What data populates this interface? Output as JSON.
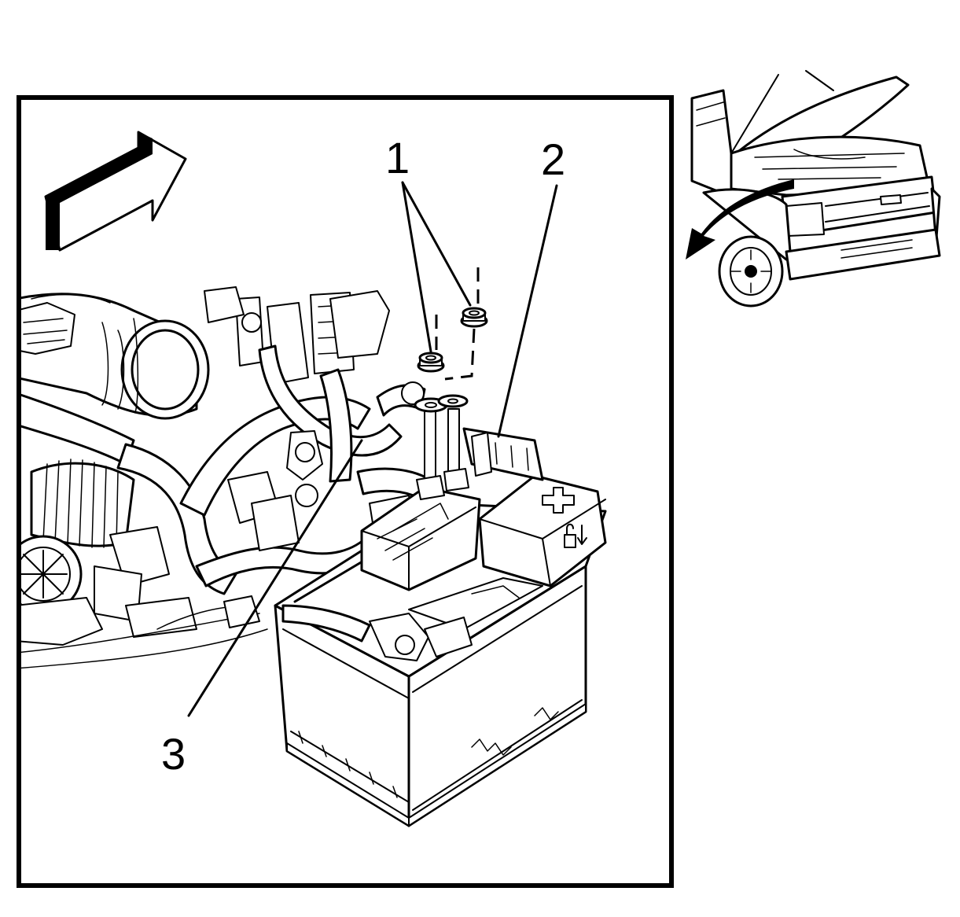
{
  "callouts": {
    "c1": "1",
    "c2": "2",
    "c3": "3"
  },
  "icons": {
    "direction_arrow": "forward-direction-arrow-icon",
    "polarity": "plus-icon",
    "lock": "lock-icon"
  },
  "colors": {
    "ink": "#000000",
    "paper": "#ffffff"
  }
}
